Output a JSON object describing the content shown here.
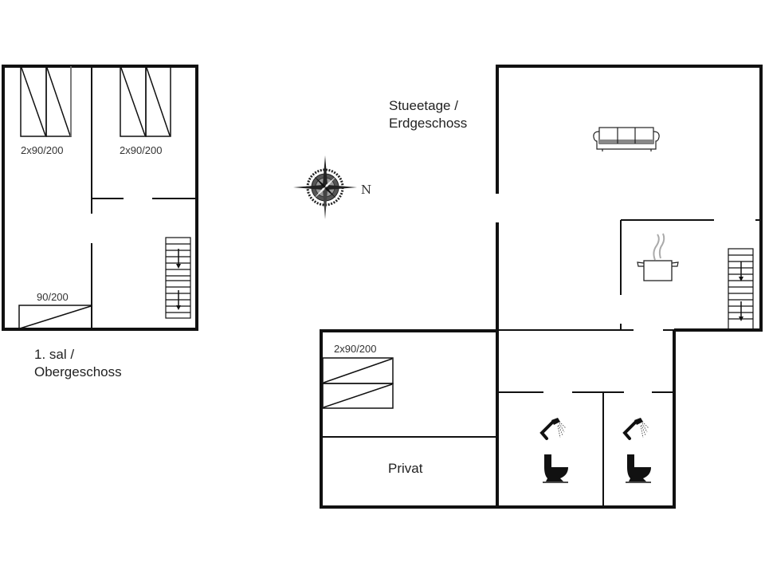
{
  "upper_floor": {
    "title_line1": "1. sal /",
    "title_line2": "Obergeschoss",
    "beds": [
      {
        "label": "2x90/200",
        "room": "bedroom-1"
      },
      {
        "label": "2x90/200",
        "room": "bedroom-2"
      },
      {
        "label": "90/200",
        "room": "bedroom-3"
      }
    ],
    "icons": [
      "bed-icon",
      "stairs-icon"
    ]
  },
  "ground_floor": {
    "title_line1": "Stueetage /",
    "title_line2": "Erdgeschoss",
    "beds": [
      {
        "label": "2x90/200",
        "room": "bedroom-ground"
      }
    ],
    "rooms": [
      {
        "label": "Privat"
      }
    ],
    "icons": [
      "sofa-icon",
      "cooking-pot-icon",
      "stairs-icon",
      "shower-icon",
      "toilet-icon"
    ]
  },
  "compass": {
    "direction_label": "N",
    "icon": "compass-rose-icon"
  },
  "colors": {
    "wall": "#111111",
    "background": "#ffffff",
    "steam": "#aaaaaa",
    "text": "#222222"
  }
}
